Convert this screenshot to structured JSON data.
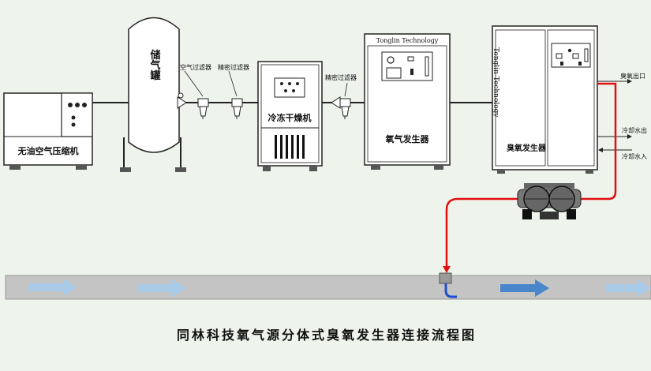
{
  "title": "同林科技氧气源分体式臭氧发生器连接流程图",
  "equipment": {
    "air_compressor": "无油空气压缩机",
    "air_tank": "储气罐",
    "air_filter": "空气过滤器",
    "precision_filter_1": "精密过滤器",
    "freeze_dryer": "冷冻干燥机",
    "precision_filter_2": "精密过滤器",
    "oxygen_generator": "氧气发生器",
    "oxygen_generator_brand": "Tonglin Technology",
    "ozone_generator": "臭氧发生器",
    "ozone_generator_brand": "Tonglin Technology"
  },
  "ports": {
    "ozone_outlet": "臭氧出口",
    "cooling_water_out": "冷却水出",
    "cooling_water_in": "冷却水入"
  },
  "colors": {
    "background": "#eef3ec",
    "pipe": "#222222",
    "ozone_line": "#e01010",
    "water_channel": "#c4c4c4",
    "flow_arrow_light": "#aacbe8",
    "flow_arrow_dark": "#4a86cc",
    "injector_outlet": "#1f4fd0"
  }
}
